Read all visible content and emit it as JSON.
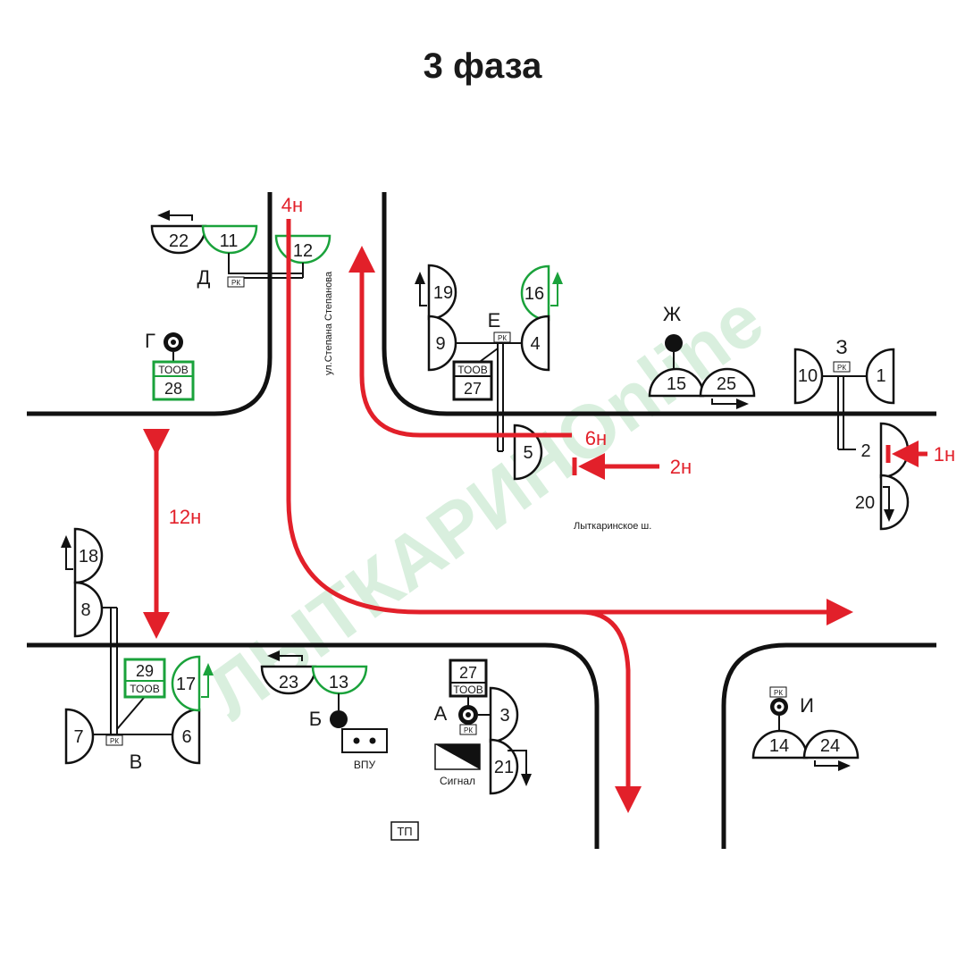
{
  "title": "3 фаза",
  "colors": {
    "active_signal": "#1aa23b",
    "inactive_signal": "#111111",
    "movement": "#e2202a",
    "watermark": "#c8e6c9"
  },
  "streets": {
    "vertical": "ул.Степана Степанова",
    "horizontal": "Лыткаринское ш."
  },
  "watermark": "ЛЫТКАРИНОnline",
  "movements": [
    {
      "id": "1н",
      "label": "1н",
      "allowed": false
    },
    {
      "id": "2н",
      "label": "2н",
      "allowed": false
    },
    {
      "id": "4н",
      "label": "4н",
      "allowed": true
    },
    {
      "id": "6н",
      "label": "6н",
      "allowed": true
    },
    {
      "id": "12н",
      "label": "12н",
      "allowed": true
    }
  ],
  "groups": {
    "A": "А",
    "B": "Б",
    "V": "В",
    "G": "Г",
    "D": "Д",
    "E": "Е",
    "Zh": "Ж",
    "Z": "З",
    "I": "И"
  },
  "signals": {
    "s1": "1",
    "s2": "2",
    "s3": "3",
    "s4": "4",
    "s5": "5",
    "s6": "6",
    "s7": "7",
    "s8": "8",
    "s9": "9",
    "s10": "10",
    "s11": "11",
    "s12": "12",
    "s13": "13",
    "s14": "14",
    "s15": "15",
    "s16": "16",
    "s17": "17",
    "s18": "18",
    "s19": "19",
    "s20": "20",
    "s21": "21",
    "s22": "22",
    "s23": "23",
    "s24": "24",
    "s25": "25"
  },
  "active_signals": [
    "11",
    "12",
    "13",
    "16",
    "17"
  ],
  "boxes": {
    "toov": "ТООВ",
    "rk": "РК",
    "b27a": "27",
    "b27b": "27",
    "b28": "28",
    "b29": "29",
    "vpu": "ВПУ",
    "signal": "Сигнал",
    "tp": "ТП"
  }
}
